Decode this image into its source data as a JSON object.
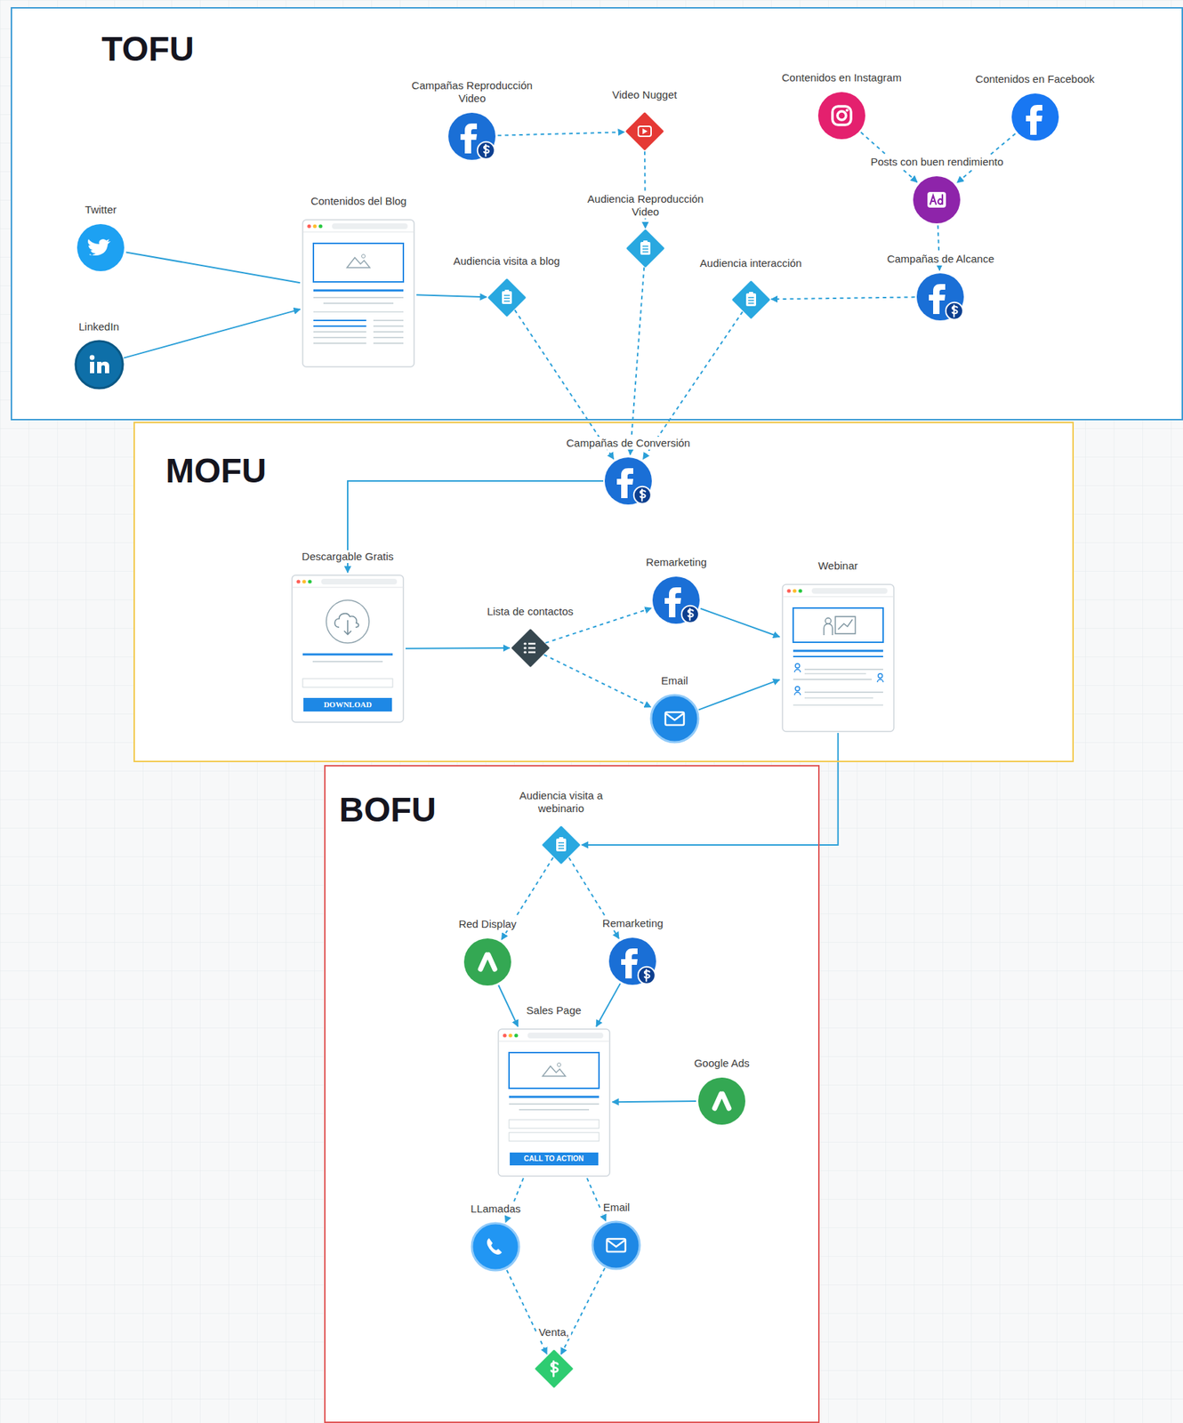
{
  "diagram": {
    "nodes": [
      {
        "text": [
          "TOFU"
        ]
      },
      {
        "text": [
          "MOFU"
        ]
      },
      {
        "text": [
          "BOFU"
        ]
      },
      {
        "text": [
          "Campañas Reproducción Video"
        ],
        "in": 0
      },
      {
        "text": [
          "Video Nugget"
        ],
        "in": 0
      },
      {
        "text": [
          "Contenidos en Instagram"
        ],
        "in": 0
      },
      {
        "text": [
          "Contenidos en Facebook"
        ],
        "in": 0
      },
      {
        "text": [
          "Twitter"
        ],
        "in": 0
      },
      {
        "text": [
          "Contenidos del Blog"
        ],
        "in": 0
      },
      {
        "text": [
          "Audiencia Reproducción Video"
        ],
        "in": 0
      },
      {
        "text": [
          "Posts con buen rendimiento"
        ],
        "in": 0
      },
      {
        "text": [
          "LinkedIn"
        ],
        "in": 0
      },
      {
        "text": [
          "Audiencia visita a blog"
        ],
        "in": 0
      },
      {
        "text": [
          "Audiencia interacción"
        ],
        "in": 0
      },
      {
        "text": [
          "Campañas de Alcance"
        ],
        "in": 0
      },
      {
        "text": [
          "Campañas de Conversión"
        ],
        "in": 1
      },
      {
        "text": [
          "Descargable Gratis",
          "DOWNLOAD"
        ],
        "in": 1
      },
      {
        "text": [
          "Lista de contactos"
        ],
        "in": 1
      },
      {
        "text": [
          "Remarketing"
        ],
        "in": 1
      },
      {
        "text": [
          "Email"
        ],
        "in": 1
      },
      {
        "text": [
          "Webinar"
        ],
        "in": 1
      },
      {
        "text": [
          "Audiencia visita a webinario"
        ],
        "in": 2
      },
      {
        "text": [
          "Red Display"
        ],
        "in": 2
      },
      {
        "text": [
          "Remarketing"
        ],
        "in": 2
      },
      {
        "text": [
          "Sales Page",
          "CALL TO ACTION"
        ],
        "in": 2
      },
      {
        "text": [
          "Google Ads"
        ],
        "in": 2
      },
      {
        "text": [
          "LLamadas"
        ],
        "in": 2
      },
      {
        "text": [
          "Email"
        ],
        "in": 2
      },
      {
        "text": [
          "Venta,"
        ],
        "in": 2
      }
    ],
    "edges": [
      {
        "from": 3,
        "to": 4,
        "arrow": "to"
      },
      {
        "from": 4,
        "to": 9,
        "arrow": "to"
      },
      {
        "from": 5,
        "to": 10,
        "arrow": "to"
      },
      {
        "from": 6,
        "to": 10,
        "arrow": "to"
      },
      {
        "from": 10,
        "to": 14,
        "arrow": "to"
      },
      {
        "from": 14,
        "to": 13,
        "arrow": "to"
      },
      {
        "from": 7,
        "to": 8,
        "arrow": "none"
      },
      {
        "from": 11,
        "to": 8,
        "arrow": "to"
      },
      {
        "from": 8,
        "to": 12,
        "arrow": "to"
      },
      {
        "from": 12,
        "to": 15,
        "arrow": "to"
      },
      {
        "from": 9,
        "to": 15,
        "arrow": "to"
      },
      {
        "from": 13,
        "to": 15,
        "arrow": "to"
      },
      {
        "from": 15,
        "to": 16,
        "arrow": "to"
      },
      {
        "from": 16,
        "to": 17,
        "arrow": "to"
      },
      {
        "from": 17,
        "to": 18,
        "arrow": "to"
      },
      {
        "from": 17,
        "to": 19,
        "arrow": "to"
      },
      {
        "from": 18,
        "to": 20,
        "arrow": "to"
      },
      {
        "from": 19,
        "to": 20,
        "arrow": "to"
      },
      {
        "from": 20,
        "to": 21,
        "arrow": "to"
      },
      {
        "from": 21,
        "to": 22,
        "arrow": "to"
      },
      {
        "from": 21,
        "to": 23,
        "arrow": "to"
      },
      {
        "from": 22,
        "to": 24,
        "arrow": "to"
      },
      {
        "from": 23,
        "to": 24,
        "arrow": "to"
      },
      {
        "from": 25,
        "to": 24,
        "arrow": "to"
      },
      {
        "from": 24,
        "to": 26,
        "arrow": "to"
      },
      {
        "from": 24,
        "to": 27,
        "arrow": "to"
      },
      {
        "from": 26,
        "to": 28,
        "arrow": "to"
      },
      {
        "from": 27,
        "to": 28,
        "arrow": "to"
      }
    ]
  }
}
